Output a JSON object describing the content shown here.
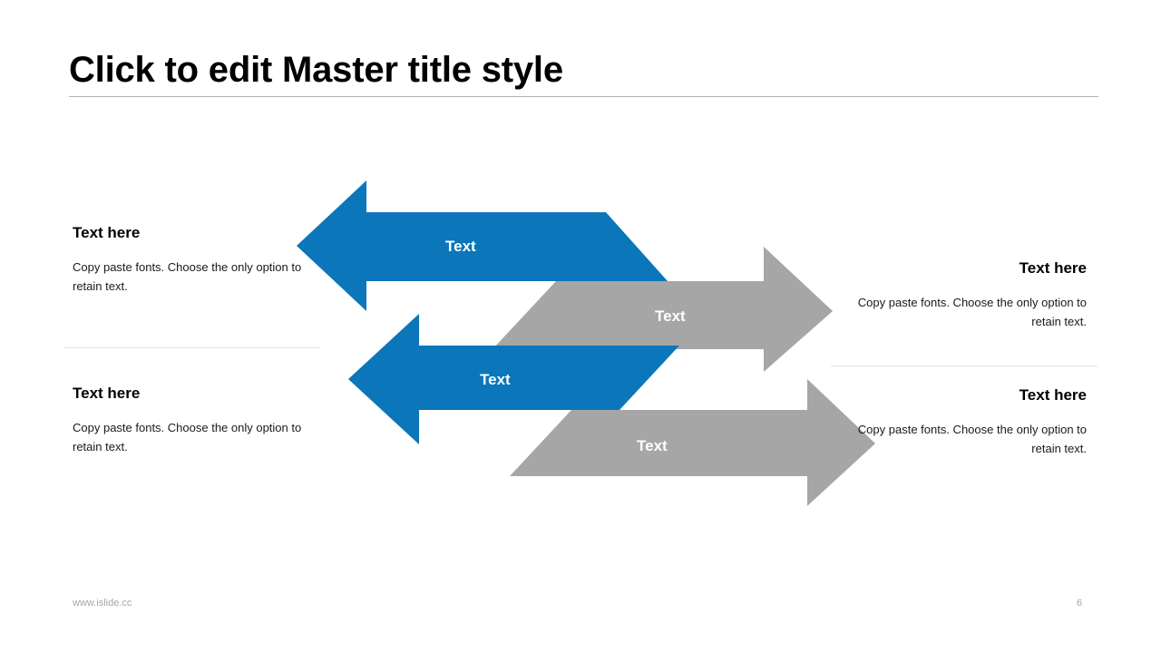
{
  "slide": {
    "title": "Click to edit Master title style",
    "background_color": "#ffffff"
  },
  "theme": {
    "accent_blue": "#0b76ba",
    "accent_gray": "#a6a6a6",
    "title_color": "#000000",
    "divider_color": "#e3e3e3",
    "title_rule_color": "#b3b3b3",
    "footer_color": "#a6a6a6"
  },
  "left_blocks": [
    {
      "heading": "Text here",
      "body": "Copy paste fonts. Choose the only option to retain text."
    },
    {
      "heading": "Text here",
      "body": "Copy paste fonts. Choose the only option to retain text."
    }
  ],
  "right_blocks": [
    {
      "heading": "Text here",
      "body": "Copy paste fonts. Choose the only option to retain text."
    },
    {
      "heading": "Text here",
      "body": "Copy paste fonts. Choose the only option to retain text."
    }
  ],
  "arrows": [
    {
      "id": "blue-top",
      "label": "Text",
      "direction": "left",
      "color": "#0b76ba"
    },
    {
      "id": "gray-top",
      "label": "Text",
      "direction": "right",
      "color": "#a6a6a6"
    },
    {
      "id": "blue-bottom",
      "label": "Text",
      "direction": "left",
      "color": "#0b76ba"
    },
    {
      "id": "gray-bottom",
      "label": "Text",
      "direction": "right",
      "color": "#a6a6a6"
    }
  ],
  "footer": {
    "url": "www.islide.cc",
    "page_number": "6"
  }
}
